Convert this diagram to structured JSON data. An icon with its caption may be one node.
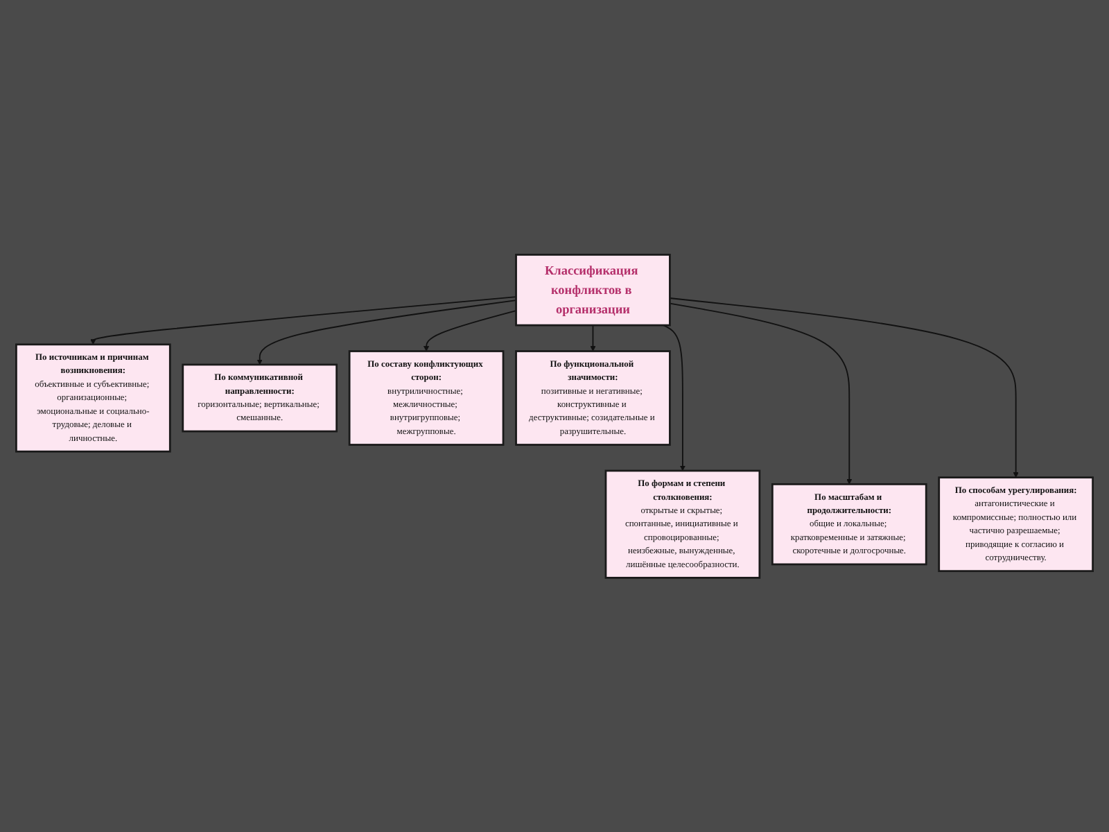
{
  "diagram": {
    "nodes": [
      {
        "text": [
          "Классификация конфликтов в организации"
        ]
      },
      {
        "text": [
          "По источникам и причинам возникновения:",
          "объективные и субъективные; организационные; эмоциональные и социально-трудовые; деловые и личностные."
        ]
      },
      {
        "text": [
          "По коммуникативной направленности:",
          "горизонтальные; вертикальные; смешанные."
        ]
      },
      {
        "text": [
          "По составу конфликтующих сторон:",
          "внутриличностные; межличностные; внутригрупповые; межгрупповые."
        ]
      },
      {
        "text": [
          "По функциональной значимости:",
          "позитивные и негативные; конструктивные и деструктивные; созидательные и разрушительные."
        ]
      },
      {
        "text": [
          "По формам и степени столкновения:",
          "открытые и скрытые; спонтанные, инициативные и спровоцированные; неизбежные, вынужденные, лишённые целесообразности."
        ]
      },
      {
        "text": [
          "По масштабам и продолжительности:",
          "общие и локальные; кратковременные и затяжные; скоротечные и долгосрочные."
        ]
      },
      {
        "text": [
          "По способам урегулирования:",
          "антагонистические и компромиссные; полностью или частично разрешаемые; приводящие к согласию и сотрудничеству."
        ]
      }
    ],
    "edges": [
      {
        "from": 0,
        "to": 1,
        "arrow": "to"
      },
      {
        "from": 0,
        "to": 5,
        "arrow": "to"
      },
      {
        "from": 0,
        "to": 2,
        "arrow": "to"
      },
      {
        "from": 0,
        "to": 6,
        "arrow": "to"
      },
      {
        "from": 0,
        "to": 3,
        "arrow": "to"
      },
      {
        "from": 0,
        "to": 7,
        "arrow": "to"
      },
      {
        "from": 0,
        "to": 4,
        "arrow": "to"
      }
    ]
  }
}
